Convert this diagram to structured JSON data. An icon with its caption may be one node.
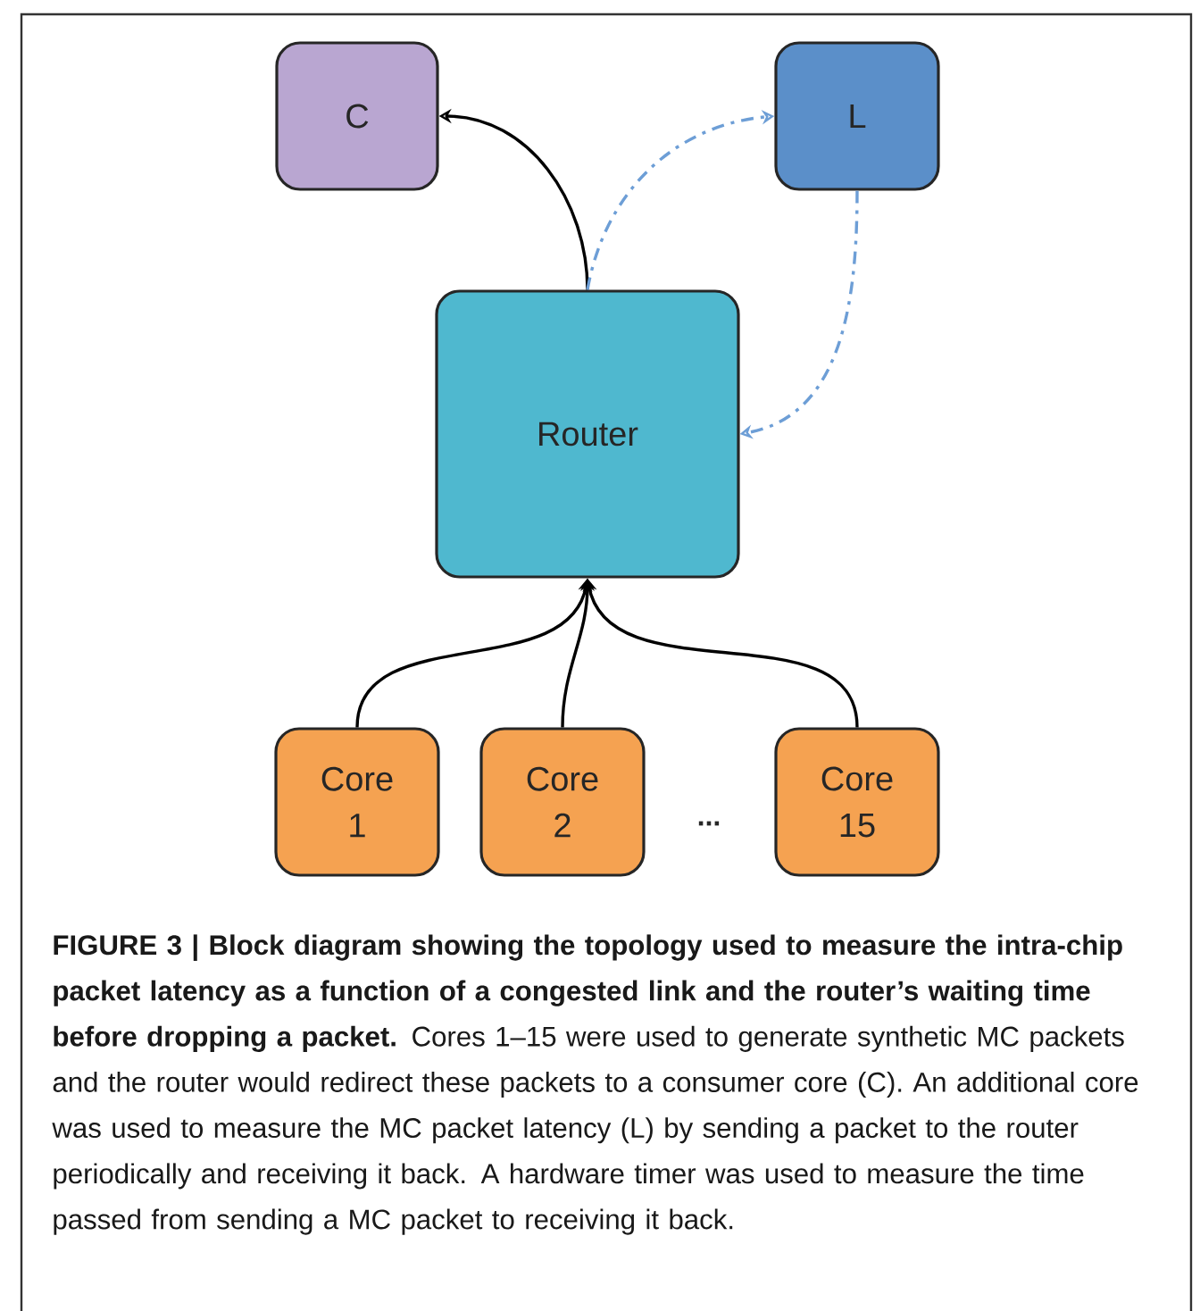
{
  "diagram": {
    "caption": "**FIGURE 3 | Block diagram showing the topology used to measure the intra-chip packet latency as a function of a congested link and the router’s waiting time before dropping a packet.** Cores 1–15 were used to generate synthetic MC packets and the router would redirect these packets to a consumer core (C). An additional core was used to measure the MC packet latency (L) by sending a packet to the router periodically and receiving it back. A hardware timer was used to measure the time passed from sending a MC packet to receiving it back.",
    "nodes": [
      {
        "text": [
          "C"
        ]
      },
      {
        "text": [
          "L"
        ]
      },
      {
        "text": [
          "Router"
        ]
      },
      {
        "text": [
          "Core 1"
        ]
      },
      {
        "text": [
          "Core 2"
        ]
      },
      {
        "text": [
          "Core 15"
        ]
      }
    ],
    "edges": [
      {
        "from": 2,
        "to": 0,
        "arrow": "to"
      },
      {
        "from": 2,
        "to": 1,
        "arrow": "to",
        "style": "dashed",
        "color": "#6d9ed6"
      },
      {
        "from": 1,
        "to": 2,
        "arrow": "to",
        "style": "dashed",
        "color": "#6d9ed6"
      },
      {
        "from": 3,
        "to": 2,
        "arrow": "to"
      },
      {
        "from": 4,
        "to": 2,
        "arrow": "to"
      },
      {
        "from": 5,
        "to": 2,
        "arrow": "to"
      }
    ],
    "labels": [
      "..."
    ]
  }
}
